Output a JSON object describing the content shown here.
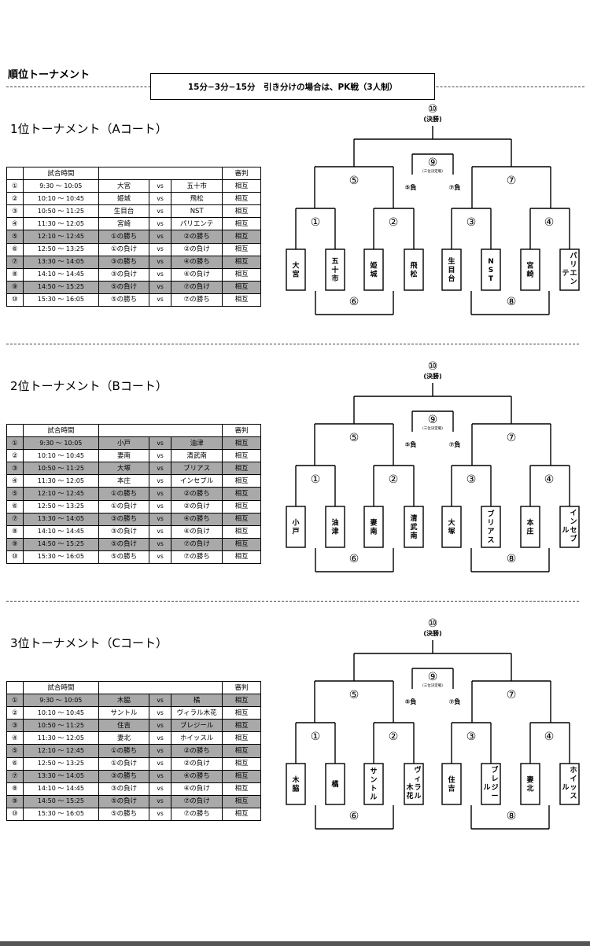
{
  "page_title": "順位トーナメント",
  "rule_text": "15分−3分−15分　引き分けの場合は、PK戦（3人制）",
  "table_headers": {
    "no": "",
    "time": "試合時間",
    "match": "",
    "referee": "審判"
  },
  "vs_label": "vs",
  "bracket_labels": {
    "final_num": "⑩",
    "final_label": "(決勝)",
    "third_num": "⑨",
    "third_label": "(三位決定戦)",
    "sf_left": "⑤",
    "sf_right": "⑦",
    "qf1": "①",
    "qf2": "②",
    "qf3": "③",
    "qf4": "④",
    "cons_left": "⑥",
    "cons_right": "⑧",
    "loser_left": "⑤負",
    "loser_right": "⑦負"
  },
  "sections": [
    {
      "title": "1位トーナメント（Aコート）",
      "teams": [
        "大宮",
        "五十市",
        "姫城",
        "飛松",
        "生目台",
        "NST",
        "宮崎",
        "パリエンテ"
      ],
      "rows": [
        {
          "no": "①",
          "time": "9:30 〜 10:05",
          "home": "大宮",
          "away": "五十市",
          "ref": "相互",
          "shade": false
        },
        {
          "no": "②",
          "time": "10:10 〜 10:45",
          "home": "姫城",
          "away": "飛松",
          "ref": "相互",
          "shade": false
        },
        {
          "no": "③",
          "time": "10:50 〜 11:25",
          "home": "生目台",
          "away": "NST",
          "ref": "相互",
          "shade": false
        },
        {
          "no": "④",
          "time": "11:30 〜 12:05",
          "home": "宮崎",
          "away": "パリエンテ",
          "ref": "相互",
          "shade": false
        },
        {
          "no": "⑤",
          "time": "12:10 〜 12:45",
          "home": "①の勝ち",
          "away": "②の勝ち",
          "ref": "相互",
          "shade": true
        },
        {
          "no": "⑥",
          "time": "12:50 〜 13:25",
          "home": "①の負け",
          "away": "②の負け",
          "ref": "相互",
          "shade": false
        },
        {
          "no": "⑦",
          "time": "13:30 〜 14:05",
          "home": "③の勝ち",
          "away": "④の勝ち",
          "ref": "相互",
          "shade": true
        },
        {
          "no": "⑧",
          "time": "14:10 〜 14:45",
          "home": "③の負け",
          "away": "④の負け",
          "ref": "相互",
          "shade": false
        },
        {
          "no": "⑨",
          "time": "14:50 〜 15:25",
          "home": "⑤の負け",
          "away": "⑦の負け",
          "ref": "相互",
          "shade": true
        },
        {
          "no": "⑩",
          "time": "15:30 〜 16:05",
          "home": "⑤の勝ち",
          "away": "⑦の勝ち",
          "ref": "相互",
          "shade": false
        }
      ]
    },
    {
      "title": "2位トーナメント（Bコート）",
      "teams": [
        "小戸",
        "油津",
        "妻南",
        "清武南",
        "大塚",
        "ブリアス",
        "本庄",
        "インセブル"
      ],
      "rows": [
        {
          "no": "①",
          "time": "9:30 〜 10:05",
          "home": "小戸",
          "away": "油津",
          "ref": "相互",
          "shade": true
        },
        {
          "no": "②",
          "time": "10:10 〜 10:45",
          "home": "妻南",
          "away": "清武南",
          "ref": "相互",
          "shade": false
        },
        {
          "no": "③",
          "time": "10:50 〜 11:25",
          "home": "大塚",
          "away": "ブリアス",
          "ref": "相互",
          "shade": true
        },
        {
          "no": "④",
          "time": "11:30 〜 12:05",
          "home": "本庄",
          "away": "インセブル",
          "ref": "相互",
          "shade": false
        },
        {
          "no": "⑤",
          "time": "12:10 〜 12:45",
          "home": "①の勝ち",
          "away": "②の勝ち",
          "ref": "相互",
          "shade": true
        },
        {
          "no": "⑥",
          "time": "12:50 〜 13:25",
          "home": "①の負け",
          "away": "②の負け",
          "ref": "相互",
          "shade": false
        },
        {
          "no": "⑦",
          "time": "13:30 〜 14:05",
          "home": "③の勝ち",
          "away": "④の勝ち",
          "ref": "相互",
          "shade": true
        },
        {
          "no": "⑧",
          "time": "14:10 〜 14:45",
          "home": "③の負け",
          "away": "④の負け",
          "ref": "相互",
          "shade": false
        },
        {
          "no": "⑨",
          "time": "14:50 〜 15:25",
          "home": "⑤の負け",
          "away": "⑦の負け",
          "ref": "相互",
          "shade": true
        },
        {
          "no": "⑩",
          "time": "15:30 〜 16:05",
          "home": "⑤の勝ち",
          "away": "⑦の勝ち",
          "ref": "相互",
          "shade": false
        }
      ]
    },
    {
      "title": "3位トーナメント（Cコート）",
      "teams": [
        "木脇",
        "橘",
        "サントル",
        "ヴィラル木花",
        "住吉",
        "ブレジール",
        "妻北",
        "ホイッスル"
      ],
      "rows": [
        {
          "no": "①",
          "time": "9:30 〜 10:05",
          "home": "木脇",
          "away": "橘",
          "ref": "相互",
          "shade": true
        },
        {
          "no": "②",
          "time": "10:10 〜 10:45",
          "home": "サントル",
          "away": "ヴィラル木花",
          "ref": "相互",
          "shade": false
        },
        {
          "no": "③",
          "time": "10:50 〜 11:25",
          "home": "住吉",
          "away": "ブレジール",
          "ref": "相互",
          "shade": true
        },
        {
          "no": "④",
          "time": "11:30 〜 12:05",
          "home": "妻北",
          "away": "ホイッスル",
          "ref": "相互",
          "shade": false
        },
        {
          "no": "⑤",
          "time": "12:10 〜 12:45",
          "home": "①の勝ち",
          "away": "②の勝ち",
          "ref": "相互",
          "shade": true
        },
        {
          "no": "⑥",
          "time": "12:50 〜 13:25",
          "home": "①の負け",
          "away": "②の負け",
          "ref": "相互",
          "shade": false
        },
        {
          "no": "⑦",
          "time": "13:30 〜 14:05",
          "home": "③の勝ち",
          "away": "④の勝ち",
          "ref": "相互",
          "shade": true
        },
        {
          "no": "⑧",
          "time": "14:10 〜 14:45",
          "home": "③の負け",
          "away": "④の負け",
          "ref": "相互",
          "shade": false
        },
        {
          "no": "⑨",
          "time": "14:50 〜 15:25",
          "home": "⑤の負け",
          "away": "⑦の負け",
          "ref": "相互",
          "shade": true
        },
        {
          "no": "⑩",
          "time": "15:30 〜 16:05",
          "home": "⑤の勝ち",
          "away": "⑦の勝ち",
          "ref": "相互",
          "shade": false
        }
      ]
    }
  ]
}
